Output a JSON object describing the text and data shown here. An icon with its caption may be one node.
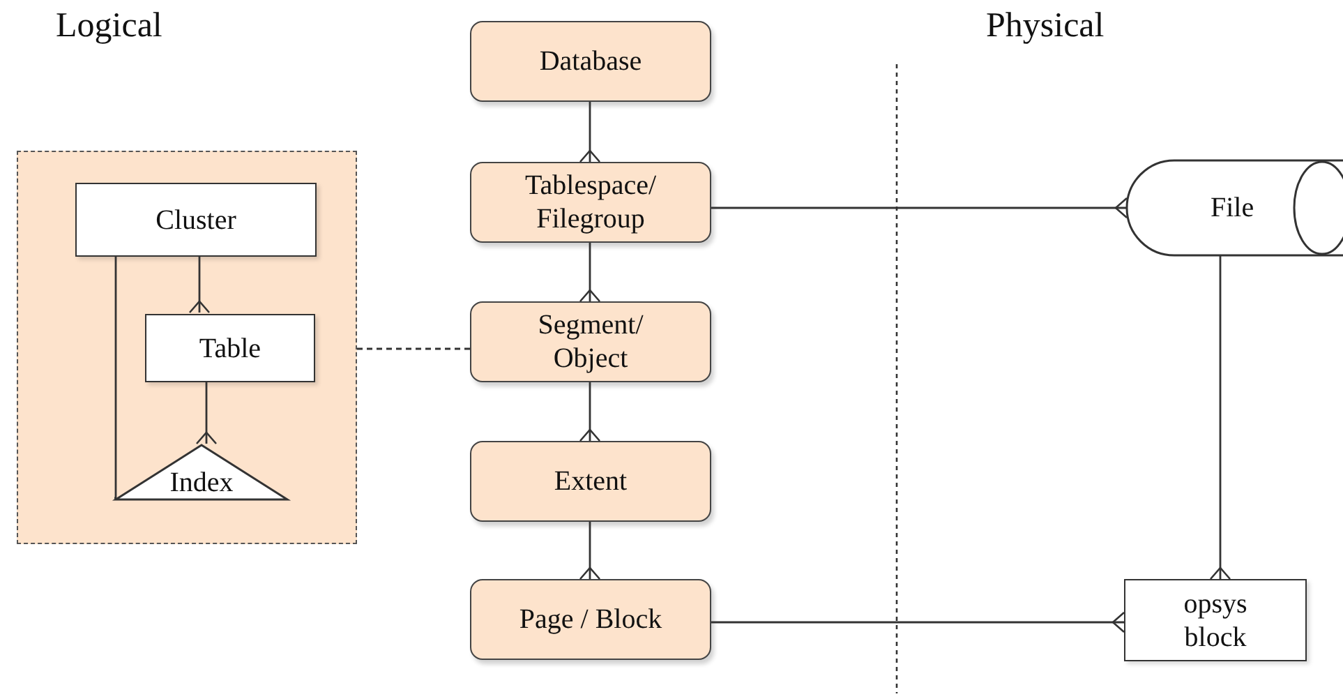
{
  "diagram": {
    "nodes": [
      {
        "text": [],
        "shape": "box"
      },
      {
        "text": [
          "Cluster"
        ],
        "in": 0
      },
      {
        "text": [
          "Table"
        ],
        "in": 0
      },
      {
        "text": [
          "Index"
        ],
        "in": 0
      },
      {
        "text": [
          "Database"
        ]
      },
      {
        "text": [
          "Tablespace/ Filegroup"
        ]
      },
      {
        "text": [
          "Segment/ Object"
        ]
      },
      {
        "text": [
          "Extent"
        ]
      },
      {
        "text": [
          "Page / Block"
        ]
      },
      {
        "text": [
          "File"
        ]
      },
      {
        "text": [
          "opsys block"
        ]
      }
    ],
    "edges": [
      {
        "from": 1,
        "to": 2,
        "arrow": "other"
      },
      {
        "from": 2,
        "to": 3,
        "arrow": "other"
      },
      {
        "from": 1,
        "to": 3,
        "arrow": "none"
      },
      {
        "from": 0,
        "to": 6,
        "arrow": "none",
        "style": "dashed"
      },
      {
        "from": 4,
        "to": 5,
        "arrow": "other"
      },
      {
        "from": 5,
        "to": 6,
        "arrow": "other"
      },
      {
        "from": 6,
        "to": 7,
        "arrow": "other"
      },
      {
        "from": 7,
        "to": 8,
        "arrow": "other"
      },
      {
        "from": 5,
        "to": 9,
        "arrow": "other"
      },
      {
        "from": 9,
        "to": 10,
        "arrow": "other"
      },
      {
        "from": 8,
        "to": 10,
        "arrow": "other"
      }
    ],
    "labels": [
      "Logical",
      "Physical"
    ]
  }
}
